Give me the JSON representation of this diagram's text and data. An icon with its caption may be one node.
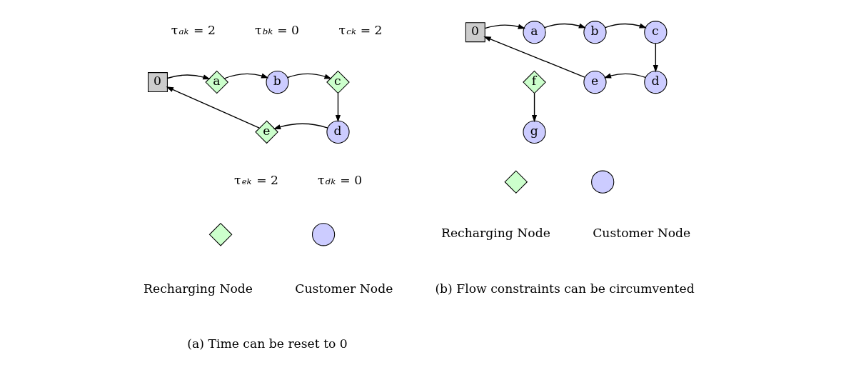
{
  "diagram": {
    "nodes": [
      {
        "text": [
          "0"
        ]
      },
      {
        "text": [
          "a"
        ],
        "beside": [
          "τ$_{ak}$ = 2"
        ]
      },
      {
        "text": [
          "b"
        ],
        "beside": [
          "τ$_{bk}$ = 0"
        ]
      },
      {
        "text": [
          "c"
        ],
        "beside": [
          "τ$_{ck}$ = 2"
        ]
      },
      {
        "text": [
          "d"
        ],
        "beside": [
          "τ$_{dk}$ = 0"
        ]
      },
      {
        "text": [
          "e"
        ],
        "beside": [
          "τ$_{ek}$ = 2"
        ]
      },
      {
        "text": [
          "0"
        ]
      },
      {
        "text": [
          "a"
        ]
      },
      {
        "text": [
          "b"
        ]
      },
      {
        "text": [
          "c"
        ]
      },
      {
        "text": [
          "d"
        ]
      },
      {
        "text": [
          "e"
        ]
      },
      {
        "text": [
          "f"
        ]
      },
      {
        "text": [
          "g"
        ]
      },
      {
        "text": [],
        "shape": "diamond"
      },
      {
        "text": [],
        "shape": "circle"
      },
      {
        "text": [],
        "shape": "diamond"
      },
      {
        "text": [],
        "shape": "circle"
      }
    ],
    "edges": [
      {
        "from": 0,
        "to": 1,
        "arrow": "to"
      },
      {
        "from": 1,
        "to": 2,
        "arrow": "to"
      },
      {
        "from": 2,
        "to": 3,
        "arrow": "to"
      },
      {
        "from": 3,
        "to": 4,
        "arrow": "to"
      },
      {
        "from": 4,
        "to": 5,
        "arrow": "to"
      },
      {
        "from": 5,
        "to": 0,
        "arrow": "to"
      },
      {
        "from": 6,
        "to": 7,
        "arrow": "to"
      },
      {
        "from": 7,
        "to": 8,
        "arrow": "to"
      },
      {
        "from": 8,
        "to": 9,
        "arrow": "to"
      },
      {
        "from": 9,
        "to": 10,
        "arrow": "to"
      },
      {
        "from": 10,
        "to": 11,
        "arrow": "to"
      },
      {
        "from": 11,
        "to": 6,
        "arrow": "to"
      },
      {
        "from": 12,
        "to": 13,
        "arrow": "to"
      }
    ],
    "labels": [
      "(a) Time can be reset to 0",
      "(b) Flow constraints can be circumvented"
    ],
    "legend": [
      {
        "text": "Recharging Node"
      },
      {
        "text": "Customer Node"
      },
      {
        "text": "Recharging Node"
      },
      {
        "text": "Customer Node"
      }
    ]
  }
}
